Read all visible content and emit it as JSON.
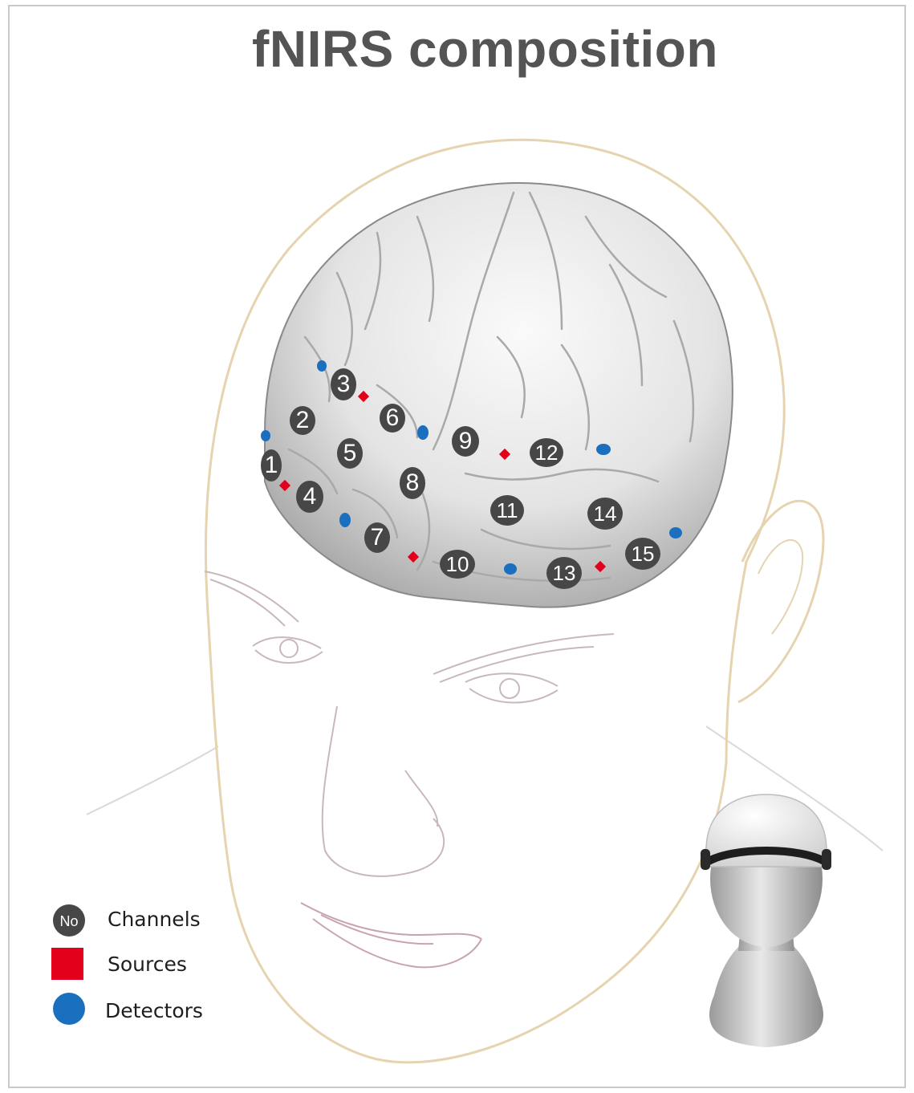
{
  "title": "fNIRS composition",
  "channels": [
    {
      "label": "1"
    },
    {
      "label": "2"
    },
    {
      "label": "3"
    },
    {
      "label": "4"
    },
    {
      "label": "5"
    },
    {
      "label": "6"
    },
    {
      "label": "7"
    },
    {
      "label": "8"
    },
    {
      "label": "9"
    },
    {
      "label": "10"
    },
    {
      "label": "11"
    },
    {
      "label": "12"
    },
    {
      "label": "13"
    },
    {
      "label": "14"
    },
    {
      "label": "15"
    }
  ],
  "legend": {
    "channels_marker": "No",
    "channels_label": "Channels",
    "sources_label": "Sources",
    "detectors_label": "Detectors"
  },
  "colors": {
    "channel_fill": "#474747",
    "source": "#e3001b",
    "detector": "#1a6fbf",
    "head_outline": "#e6d3b0",
    "title": "#545454"
  }
}
